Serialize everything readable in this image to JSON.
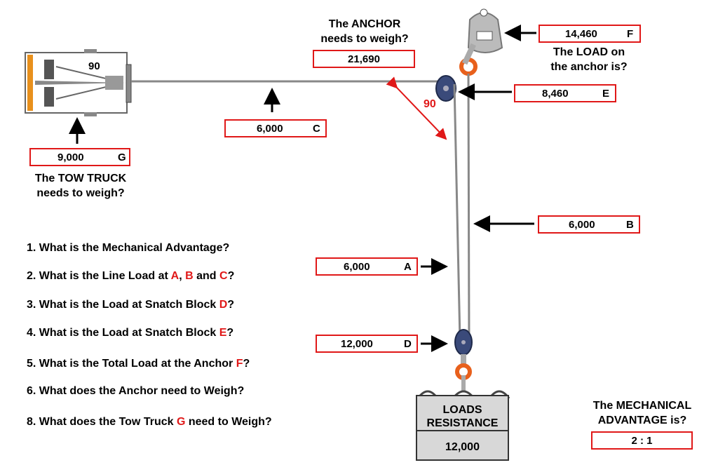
{
  "anchor_caption": [
    "The ANCHOR",
    "needs to weigh?"
  ],
  "anchor_value": "21,690",
  "load_on_anchor_caption": [
    "The LOAD on",
    "the anchor is?"
  ],
  "tow_caption": [
    "The TOW TRUCK",
    "needs to weigh?"
  ],
  "angle_truck": "90",
  "angle_pulley": "90",
  "boxes": {
    "F": {
      "value": "14,460",
      "letter": "F"
    },
    "E": {
      "value": "8,460",
      "letter": "E"
    },
    "C": {
      "value": "6,000",
      "letter": "C"
    },
    "G": {
      "value": "9,000",
      "letter": "G"
    },
    "B": {
      "value": "6,000",
      "letter": "B"
    },
    "A": {
      "value": "6,000",
      "letter": "A"
    },
    "D": {
      "value": "12,000",
      "letter": "D"
    }
  },
  "questions": [
    {
      "pre": "1. What is the Mechanical Advantage?",
      "parts": []
    },
    {
      "pre": "2. What is the Line Load at ",
      "parts": [
        {
          "t": "A",
          "red": true
        },
        {
          "t": ", ",
          "red": false
        },
        {
          "t": "B",
          "red": true
        },
        {
          "t": " and ",
          "red": false
        },
        {
          "t": "C",
          "red": true
        },
        {
          "t": "?",
          "red": false
        }
      ]
    },
    {
      "pre": "3. What is the Load at Snatch Block ",
      "parts": [
        {
          "t": "D",
          "red": true
        },
        {
          "t": "?",
          "red": false
        }
      ]
    },
    {
      "pre": "4. What is the Load at Snatch Block ",
      "parts": [
        {
          "t": "E",
          "red": true
        },
        {
          "t": "?",
          "red": false
        }
      ]
    },
    {
      "pre": "5. What is the Total Load at the Anchor ",
      "parts": [
        {
          "t": "F",
          "red": true
        },
        {
          "t": "?",
          "red": false
        }
      ]
    },
    {
      "pre": "6. What does the Anchor need to Weigh?",
      "parts": []
    },
    {
      "pre": "8. What does the Tow Truck ",
      "parts": [
        {
          "t": "G",
          "red": true
        },
        {
          "t": " need to Weigh?",
          "red": false
        }
      ]
    }
  ],
  "load_box": {
    "title1": "LOADS",
    "title2": "RESISTANCE",
    "value": "12,000"
  },
  "ma_caption": [
    "The MECHANICAL",
    "ADVANTAGE is?"
  ],
  "ma_value": "2 : 1",
  "colors": {
    "accent": "#e01818",
    "pulley": "#3a4a7a",
    "hook": "#e8601c",
    "truck_stripe": "#e8901c"
  }
}
